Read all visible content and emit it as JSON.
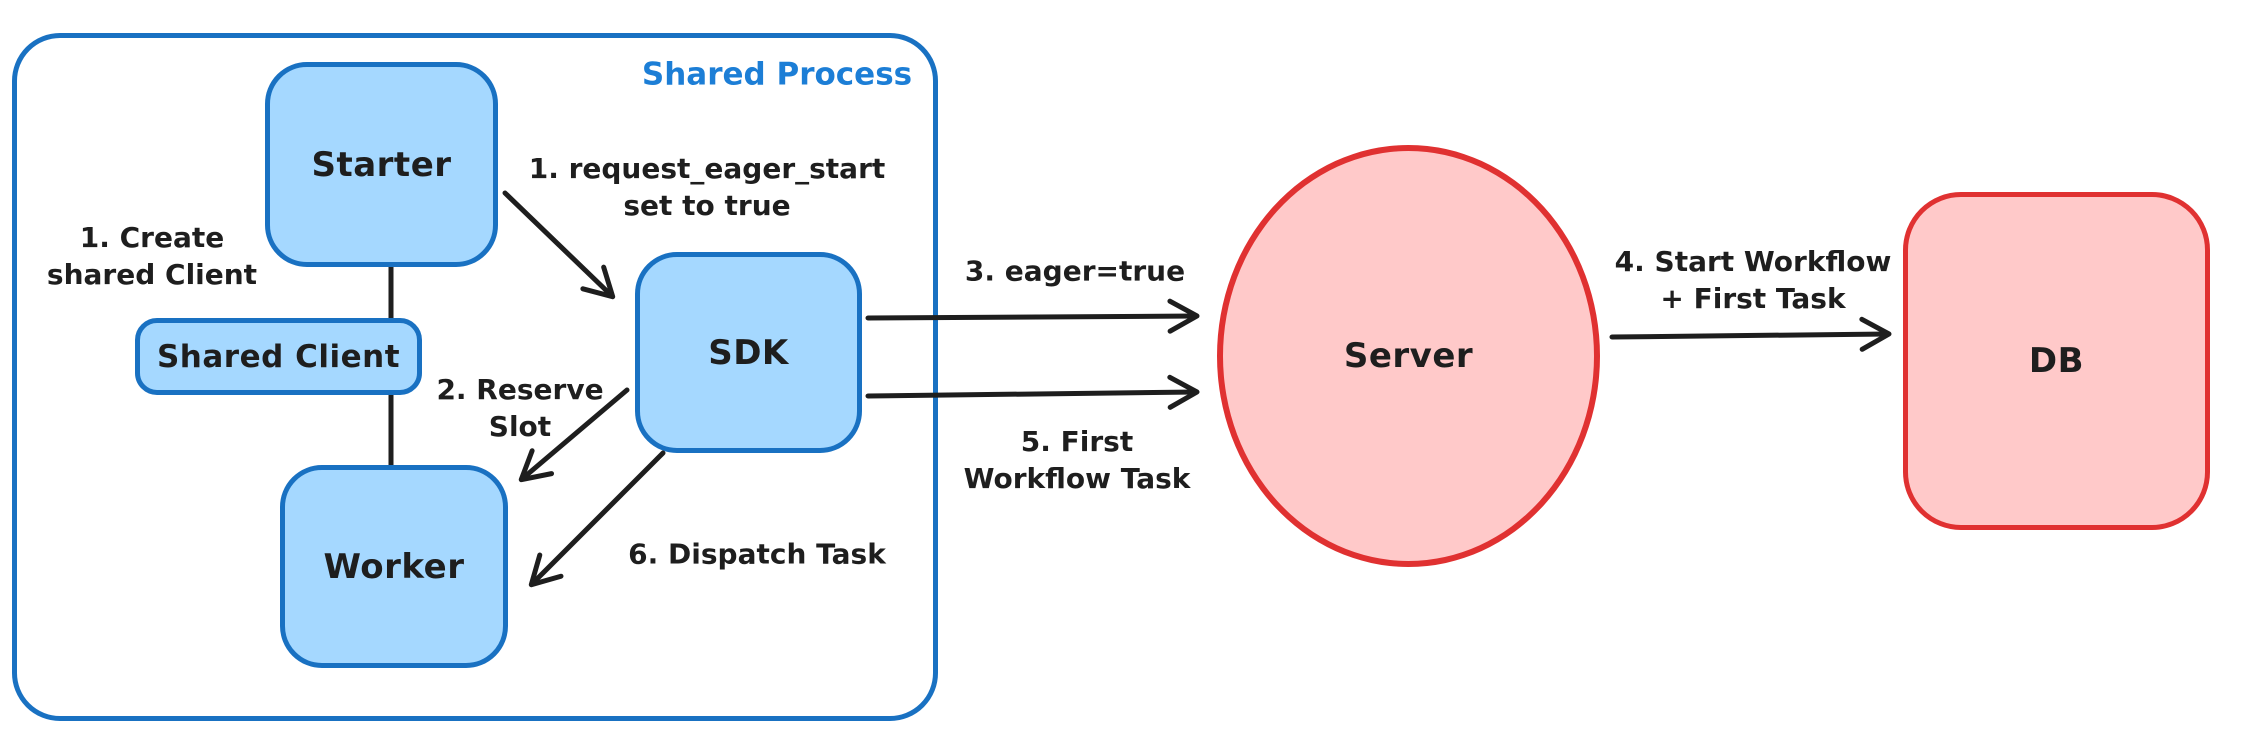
{
  "diagram": {
    "container": {
      "title": "Shared Process"
    },
    "nodes": {
      "starter": {
        "label": "Starter"
      },
      "shared_client": {
        "label": "Shared Client"
      },
      "worker": {
        "label": "Worker"
      },
      "sdk": {
        "label": "SDK"
      },
      "server": {
        "label": "Server"
      },
      "db": {
        "label": "DB"
      }
    },
    "annotations": {
      "create_client": {
        "text": "1. Create\nshared Client"
      },
      "request_eager": {
        "text": "1. request_eager_start\nset to true"
      },
      "reserve_slot": {
        "text": "2. Reserve\nSlot"
      },
      "eager_true": {
        "text": "3. eager=true"
      },
      "start_workflow": {
        "text": "4. Start Workflow\n+ First Task"
      },
      "first_task": {
        "text": "5. First\nWorkflow Task"
      },
      "dispatch_task": {
        "text": "6. Dispatch Task"
      }
    },
    "edges": [
      {
        "name": "connector-starter-worker",
        "from": "starter",
        "to": "worker",
        "style": "plain-line"
      },
      {
        "name": "arrow-request-eager-start",
        "from": "starter",
        "to": "sdk",
        "label": "1. request_eager_start set to true"
      },
      {
        "name": "arrow-reserve-slot",
        "from": "sdk",
        "to": "worker",
        "label": "2. Reserve Slot"
      },
      {
        "name": "arrow-eager-true",
        "from": "sdk",
        "to": "server",
        "label": "3. eager=true"
      },
      {
        "name": "arrow-start-workflow",
        "from": "server",
        "to": "db",
        "label": "4. Start Workflow + First Task"
      },
      {
        "name": "arrow-first-workflow-task",
        "from": "sdk",
        "to": "server",
        "label": "5. First Workflow Task"
      },
      {
        "name": "arrow-dispatch-task",
        "from": "sdk",
        "to": "worker",
        "label": "6. Dispatch Task"
      }
    ],
    "colors": {
      "blue_border": "#1971c2",
      "blue_fill": "#a5d8ff",
      "title_blue": "#1c7ed6",
      "red_border": "#e03131",
      "red_fill": "#ffc9c9",
      "ink": "#1e1e1e",
      "background": "#ffffff"
    }
  }
}
